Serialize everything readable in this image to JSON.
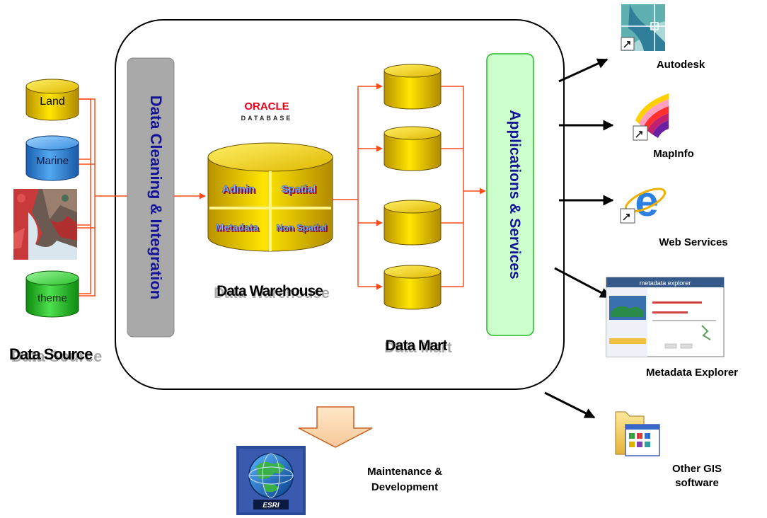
{
  "sources": {
    "land": "Land",
    "marine": "Marine",
    "theme": "theme",
    "title": "Data Source"
  },
  "cleaning_bar": "Data Cleaning & Integration",
  "oracle": {
    "brand": "ORACLE",
    "sub": "DATABASE"
  },
  "warehouse": {
    "quadrants": [
      "Admin",
      "Spatial",
      "Metadata",
      "Non Spatial"
    ],
    "title": "Data Warehouse"
  },
  "data_mart_title": "Data Mart",
  "services_bar": "Applications & Services",
  "outputs": {
    "autodesk": "Autodesk",
    "mapinfo": "MapInfo",
    "web_services": "Web Services",
    "metadata_explorer": "Metadata Explorer",
    "other_gis_line1": "Other GIS",
    "other_gis_line2": "software"
  },
  "maintenance": {
    "line1": "Maintenance &",
    "line2": "Development",
    "esri": "ESRI"
  },
  "metadata_window": {
    "title": "metadata explorer"
  },
  "colors": {
    "connector": "#ff4a1a",
    "gold": "#e8c000",
    "marine_blue": "#2f8fe0",
    "green": "#22b822",
    "grey_bar": "#a9a9a9",
    "bar_text": "#141496",
    "services_fill": "#ccffcc",
    "services_border": "#22b822",
    "oracle_red": "#e3001b"
  }
}
